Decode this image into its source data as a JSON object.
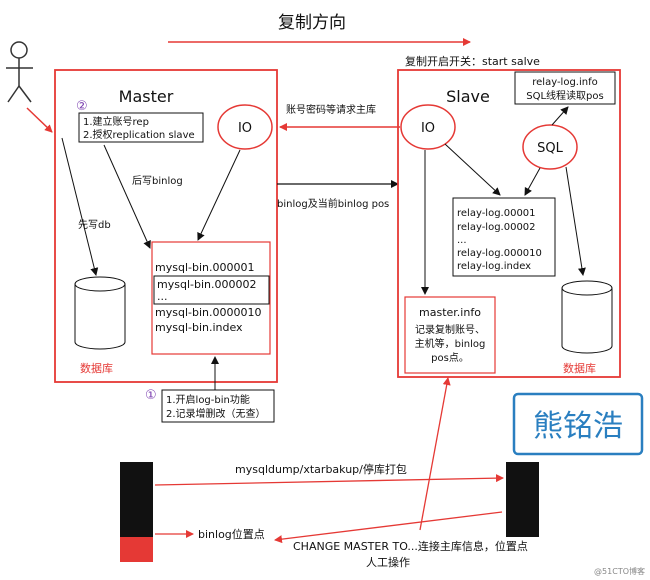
{
  "title": "复制方向",
  "switch_label": "复制开启开关：start salve",
  "master": {
    "title": "Master",
    "steps2": [
      "1.建立账号rep",
      "2.授权replication slave"
    ],
    "step2_marker": "②",
    "io": "IO",
    "write_binlog": "后写binlog",
    "write_db": "先写db",
    "binlog_files": [
      "mysql-bin.000001",
      "mysql-bin.000002",
      "...",
      "mysql-bin.0000010",
      "mysql-bin.index"
    ],
    "db_label": "数据库",
    "steps1": [
      "1.开启log-bin功能",
      "2.记录增删改（无查）"
    ],
    "step1_marker": "①"
  },
  "slave": {
    "title": "Slave",
    "io": "IO",
    "sql": "SQL",
    "relay_info": [
      "relay-log.info",
      "SQL线程读取pos"
    ],
    "relay_files": [
      "relay-log.00001",
      "relay-log.00002",
      "...",
      "relay-log.000010",
      "relay-log.index"
    ],
    "master_info_title": "master.info",
    "master_info_lines": [
      "记录复制账号、",
      "主机等，binlog",
      "pos点。"
    ],
    "db_label": "数据库"
  },
  "arrows": {
    "request": "账号密码等请求主库",
    "binlog_pos": "binlog及当前binlog pos"
  },
  "bottom": {
    "dump": "mysqldump/xtarbakup/停库打包",
    "binlog_point": "binlog位置点",
    "change_master": "CHANGE MASTER TO...连接主库信息，位置点",
    "manual": "人工操作"
  },
  "watermark_author": "熊铭浩",
  "watermark_site": "@51CTO博客",
  "colors": {
    "red": "#e53935",
    "blue": "#2a7fc0",
    "purple": "#7b3fb0",
    "black": "#111111"
  }
}
